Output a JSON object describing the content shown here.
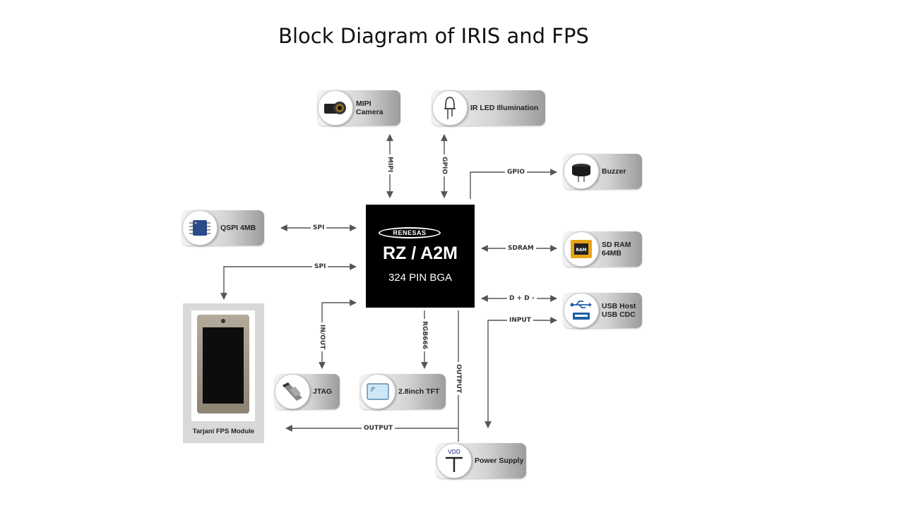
{
  "title": "Block Diagram of IRIS and FPS",
  "processor": {
    "brand": "RENESAS",
    "model": "RZ / A2M",
    "package": "324 PIN BGA"
  },
  "blocks": {
    "mipi_camera": "MIPI Camera",
    "ir_led": "IR LED Illumination",
    "buzzer": "Buzzer",
    "qspi": "QSPI 4MB",
    "sdram_line1": "SD RAM",
    "sdram_line2": "64MB",
    "chip_text": "RAM",
    "usb_line1": "USB Host",
    "usb_line2": "USB CDC",
    "jtag": "JTAG",
    "tft": "2.8inch TFT",
    "power": "Power Supply",
    "vdd": "VDD",
    "fps": "Tarjani FPS Module"
  },
  "connections": {
    "mipi": "MIPI",
    "gpio_ir": "GPIO",
    "gpio_buzzer": "GPIO",
    "spi_qspi": "SPI",
    "spi_fps": "SPI",
    "sdram": "SDRAM",
    "usb": "D + D -",
    "input": "INPUT",
    "jtag": "IN/OUT",
    "rgb": "RGB666",
    "output_power": "OUTPUT",
    "output_fps": "OUTPUT"
  },
  "colors": {
    "chip_background": "#000000",
    "wire": "#555555"
  }
}
